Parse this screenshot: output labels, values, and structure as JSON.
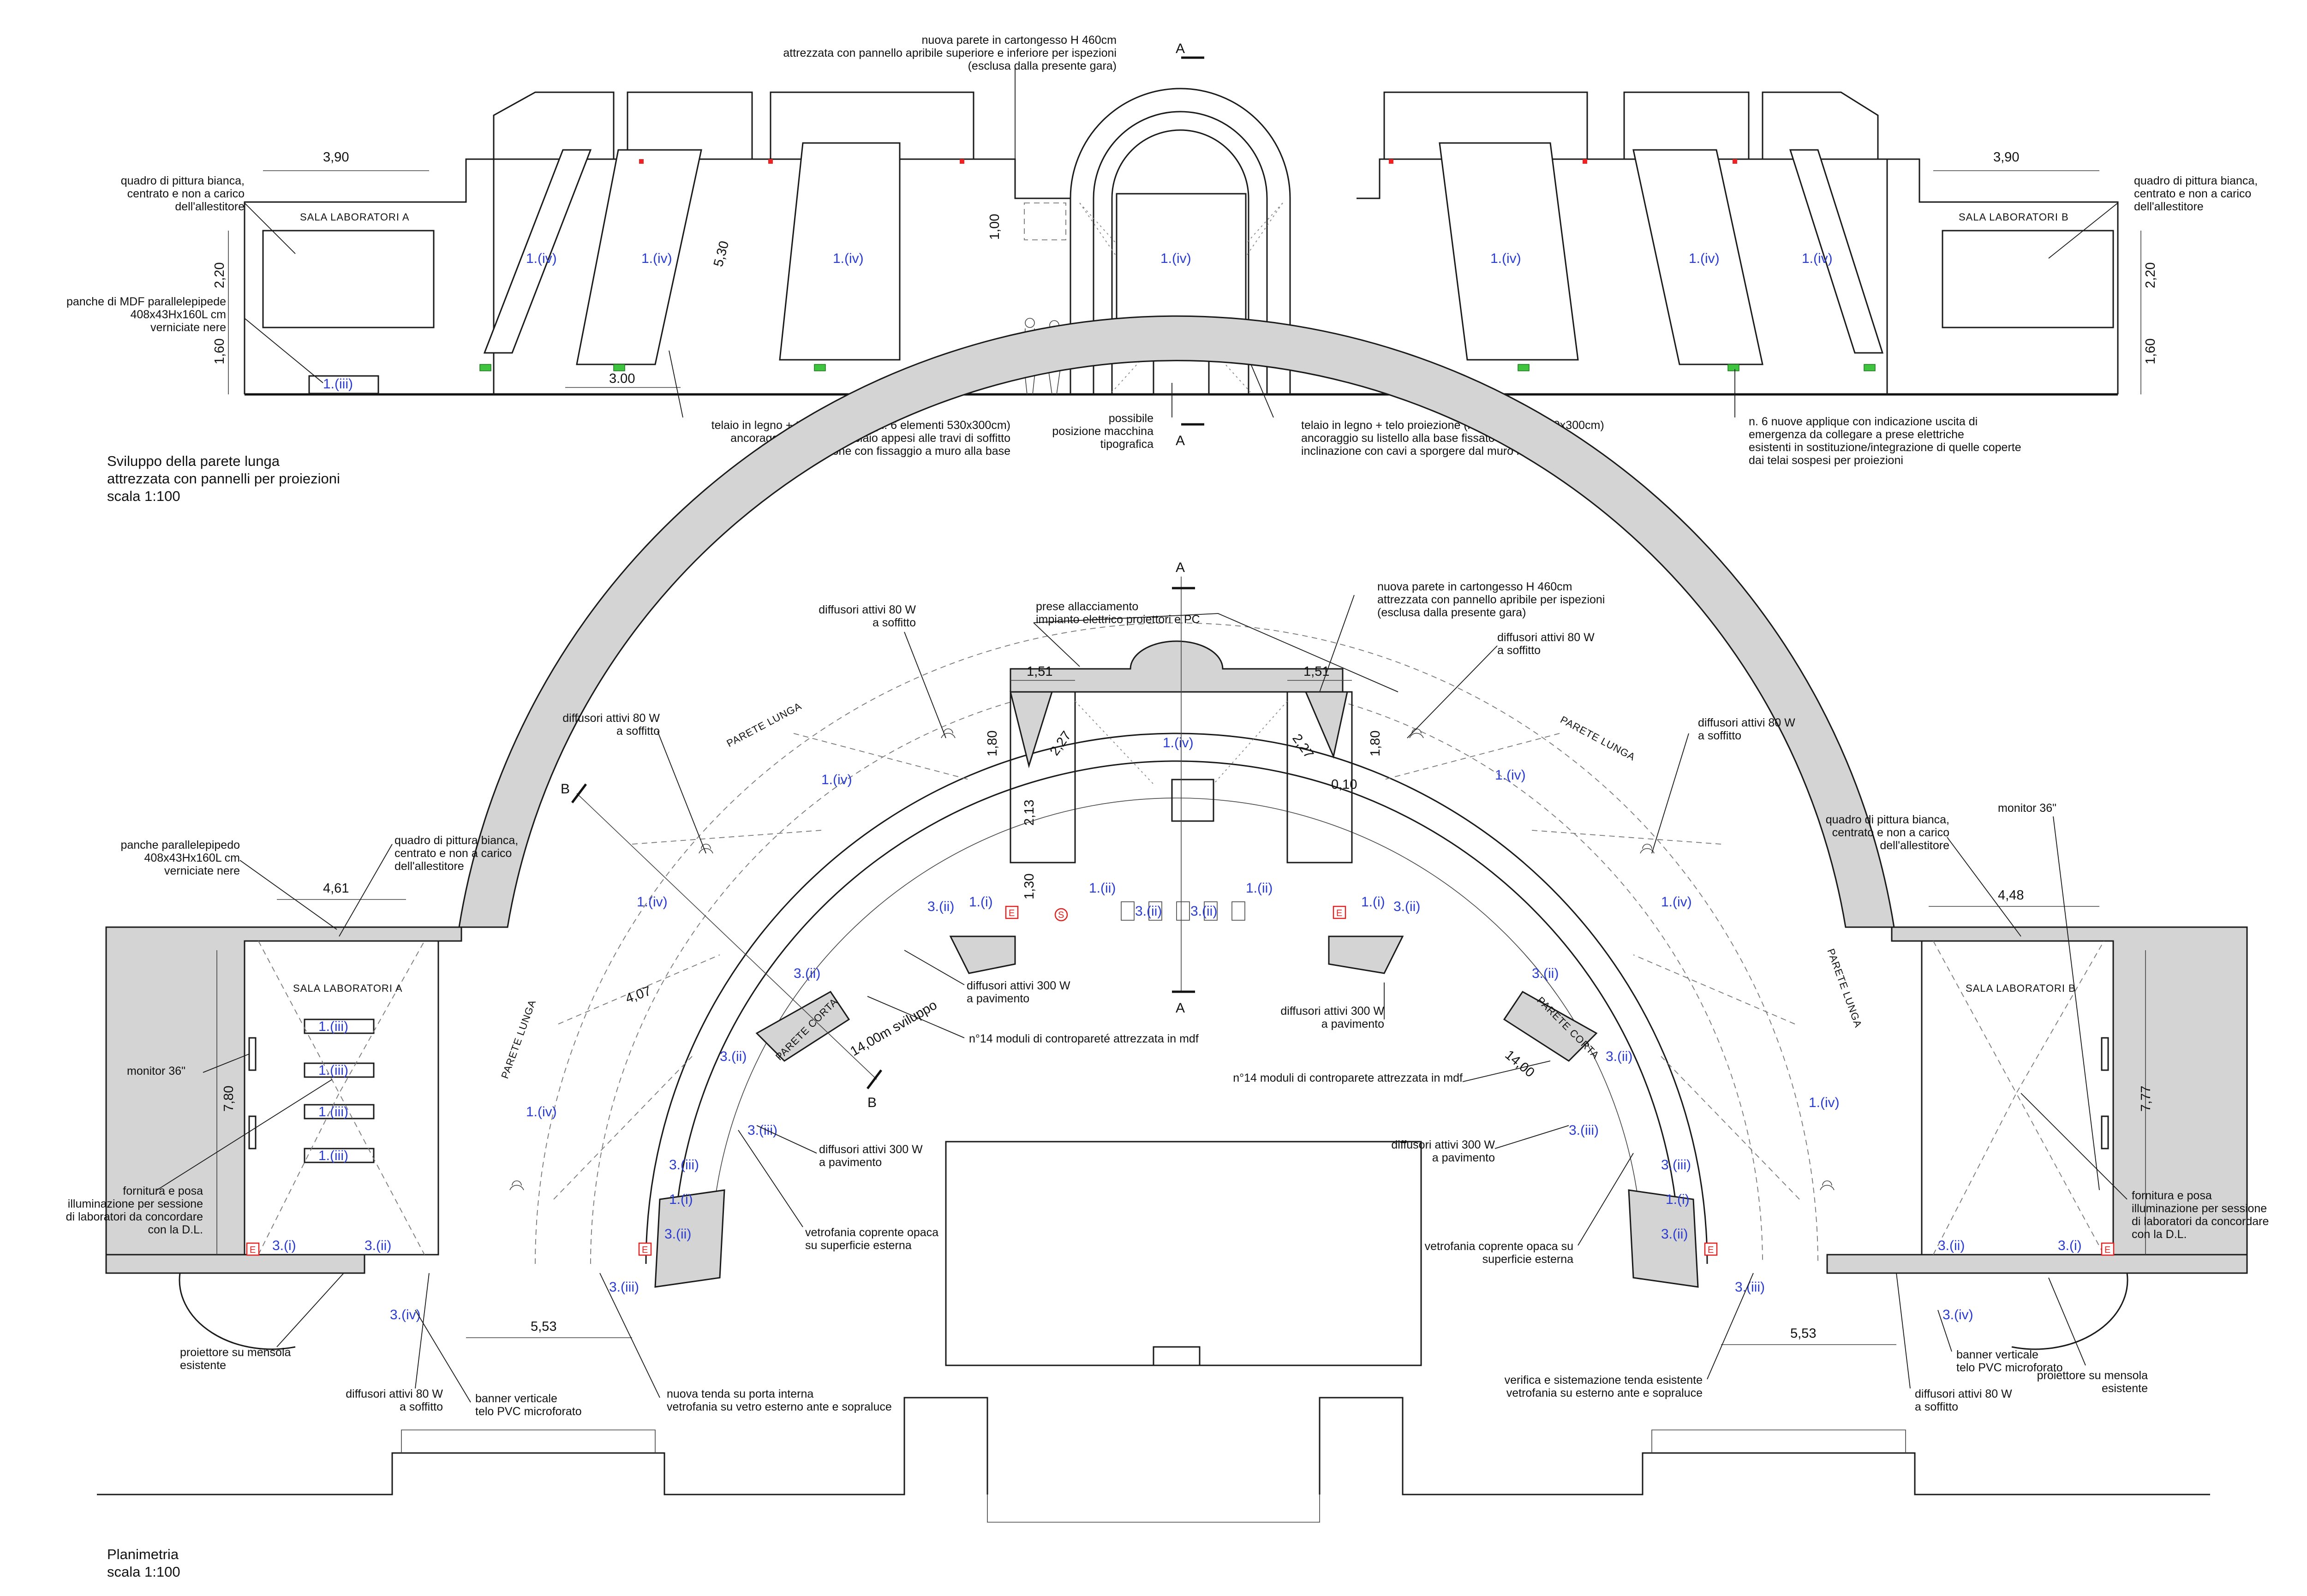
{
  "elevation": {
    "title_line1": "Sviluppo della parete lunga",
    "title_line2": "attrezzata con pannelli per proiezioni",
    "title_scale": "scala 1:100",
    "room_a": "SALA LABORATORI A",
    "room_b": "SALA LABORATORI B",
    "dims": {
      "left_width": "3,90",
      "right_width": "3,90",
      "left_h_upper": "2,20",
      "left_h_lower": "1,60",
      "right_h_upper": "2,20",
      "right_h_lower": "1,60",
      "panel_height": "5,30",
      "panel_width": "3.00",
      "door_height": "1,00"
    },
    "panel_codes": [
      "1.(iv)",
      "1.(iv)",
      "1.(iv)",
      "1.(iv)",
      "1.(iv)",
      "1.(iv)",
      "1.(iv)"
    ],
    "bench_code": "1.(iii)",
    "notes": {
      "quadro_left": [
        "quadro di pittura bianca,",
        "centrato e non a carico",
        "dell'allestitore"
      ],
      "panche_left": [
        "panche di MDF parallelepipede",
        "408x43Hx160L cm",
        "verniciate nere"
      ],
      "parete": [
        "nuova parete in cartongesso H 460cm",
        "attrezzata con pannello apribile superiore e inferiore per ispezioni",
        "(esclusa dalla presente gara)"
      ],
      "telaio_6": [
        "telaio in legno + telo proiezione (n. 6 elementi 530x300cm)",
        "ancoraggio su cavi in acciaio appesi alle travi di soffitto",
        "inclinazione con fissaggio a muro alla base"
      ],
      "macchina": [
        "possibile",
        "posizione macchina",
        "tipografica"
      ],
      "telaio_1": [
        "telaio in legno + telo proiezione (n. 1 elemento 400x300cm)",
        "ancoraggio su listello alla base fissato alla parete",
        "inclinazione con cavi a sporgere dal muro in sommità"
      ],
      "applique": [
        "n. 6 nuove applique con indicazione uscita di",
        "emergenza da collegare a prese elettriche",
        "esistenti in sostituzione/integrazione di quelle coperte",
        "dai telai sospesi per proiezioni"
      ],
      "quadro_right": [
        "quadro di pittura bianca,",
        "centrato e non a carico",
        "dell'allestitore"
      ]
    }
  },
  "plan": {
    "title_line1": "Planimetria",
    "title_scale": "scala 1:100",
    "section_a": "A",
    "section_b": "B",
    "room_a": "SALA LABORATORI A",
    "room_b": "SALA LABORATORI B",
    "parete_lunga": "PARETE LUNGA",
    "parete_corta": "PARETE CORTA",
    "dims": {
      "d151_left": "1,51",
      "d151_right": "1,51",
      "d180_left": "1,80",
      "d180_right": "1,80",
      "d227_left": "2,27",
      "d227_right": "2,27",
      "d010": "0,10",
      "d213": "2,13",
      "d130": "1,30",
      "d461": "4,61",
      "d448": "4,48",
      "d407": "4,07",
      "d780": "7,80",
      "d777": "7,77",
      "d553_left": "5,53",
      "d553_right": "5,53",
      "sviluppo": "14,00m sviluppo",
      "d1400": "14,00"
    },
    "codes": {
      "iv": "1.(iv)",
      "ii1": "1.(ii)",
      "i1": "1.(i)",
      "iii1": "1.(iii)",
      "ii3": "3.(ii)",
      "iii3": "3.(iii)",
      "i3": "3.(i)",
      "iv3": "3.(iv)"
    },
    "notes": {
      "diff80_a": [
        "diffusori attivi 80 W",
        "a soffitto"
      ],
      "presa": [
        "prese allacciamento",
        "impianto elettrico proiettori e PC"
      ],
      "parete_right": [
        "nuova parete in cartongesso H 460cm",
        "attrezzata con pannello apribile per ispezioni",
        "(esclusa dalla presente gara)"
      ],
      "diff80_b": [
        "diffusori attivi 80 W",
        "a soffitto"
      ],
      "diff80_c": [
        "diffusori attivi 80 W",
        "a soffitto"
      ],
      "diff80_d": [
        "diffusori attivi 80 W",
        "a soffitto"
      ],
      "panche": [
        "panche parallelepipedo",
        "408x43Hx160L cm",
        "verniciate nere"
      ],
      "quadro_left": [
        "quadro di pittura bianca,",
        "centrato e non a carico",
        "dell'allestitore"
      ],
      "quadro_right": [
        "quadro di pittura bianca,",
        "centrato e non a carico",
        "dell'allestitore"
      ],
      "monitor_left": "monitor 36\"",
      "monitor_right": "monitor 36\"",
      "diff300_a": [
        "diffusori attivi 300 W",
        "a pavimento"
      ],
      "moduli_a": "n°14 moduli di contropareté attrezzata in mdf",
      "diff300_b": [
        "diffusori attivi 300 W",
        "a pavimento"
      ],
      "moduli_b": "n°14 moduli di controparete attrezzata in mdf",
      "diff300_c": [
        "diffusori attivi 300 W",
        "a pavimento"
      ],
      "diff300_d": [
        "diffusori attivi 300 W",
        "a pavimento"
      ],
      "fornitura_left": [
        "fornitura e posa",
        "illuminazione per sessione",
        "di laboratori da concordare",
        "con la D.L."
      ],
      "fornitura_right": [
        "fornitura e posa",
        "illuminazione per sessione",
        "di laboratori da concordare",
        "con la D.L."
      ],
      "vetro_a": [
        "vetrofania coprente opaca",
        "su superficie esterna"
      ],
      "vetro_b": [
        "vetrofania coprente opaca su",
        "superficie esterna"
      ],
      "proiettore_left": [
        "proiettore su mensola",
        "esistente"
      ],
      "proiettore_right": [
        "proiettore su mensola",
        "esistente"
      ],
      "diff80_e": [
        "diffusori attivi 80 W",
        "a soffitto"
      ],
      "diff80_f": [
        "diffusori attivi 80 W",
        "a soffitto"
      ],
      "banner_left": [
        "banner verticale",
        "telo PVC microforato"
      ],
      "banner_right": [
        "banner verticale",
        "telo PVC microforato"
      ],
      "tenda_nuova": [
        "nuova tenda su porta interna",
        "vetrofania su vetro esterno ante e sopraluce"
      ],
      "tenda_verifica": [
        "verifica e sistemazione tenda esistente",
        "vetrofania su esterno ante e sopraluce"
      ]
    },
    "exit_mark": "E",
    "socket_mark": "S"
  }
}
